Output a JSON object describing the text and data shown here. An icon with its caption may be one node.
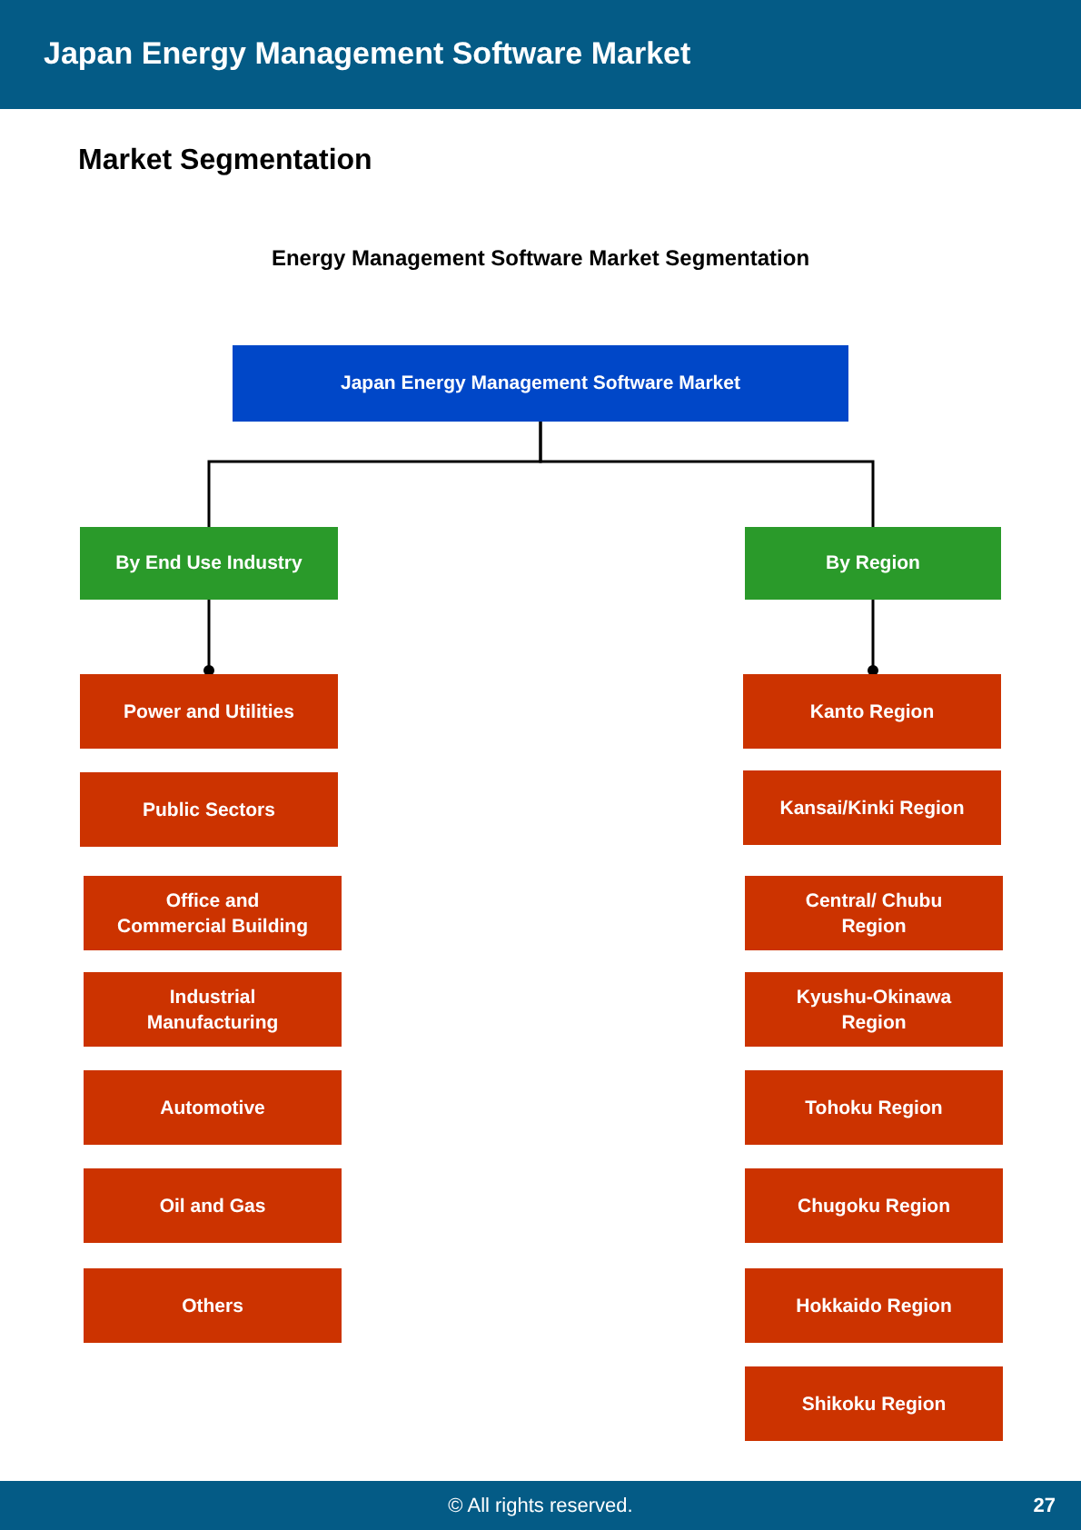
{
  "diagram": {
    "title": "Japan Energy Management Software Market",
    "nodes": [
      {
        "text": [
          "Japan Energy Management Software Market"
        ]
      },
      {
        "text": [
          "By End Use Industry"
        ]
      },
      {
        "text": [
          "By Region"
        ]
      },
      {
        "text": [
          "Power and Utilities"
        ]
      },
      {
        "text": [
          "Public Sectors"
        ]
      },
      {
        "text": [
          "Office and Commercial Building"
        ]
      },
      {
        "text": [
          "Industrial Manufacturing"
        ]
      },
      {
        "text": [
          "Automotive"
        ]
      },
      {
        "text": [
          "Oil and Gas"
        ]
      },
      {
        "text": [
          "Others"
        ]
      },
      {
        "text": [
          "Kanto Region"
        ]
      },
      {
        "text": [
          "Kansai/Kinki Region"
        ]
      },
      {
        "text": [
          "Central/ Chubu Region"
        ]
      },
      {
        "text": [
          "Kyushu-Okinawa Region"
        ]
      },
      {
        "text": [
          "Tohoku Region"
        ]
      },
      {
        "text": [
          "Chugoku Region"
        ]
      },
      {
        "text": [
          "Hokkaido Region"
        ]
      },
      {
        "text": [
          "Shikoku Region"
        ]
      }
    ],
    "edges": [
      {
        "from": 0,
        "to": 1,
        "arrow": "none"
      },
      {
        "from": 0,
        "to": 2,
        "arrow": "none"
      },
      {
        "from": 1,
        "to": 3,
        "arrow": "other"
      },
      {
        "from": 2,
        "to": 10,
        "arrow": "other"
      }
    ],
    "labels": [
      "Market Segmentation",
      "Energy Management Software Market Segmentation",
      "© All rights reserved.",
      "27"
    ]
  }
}
